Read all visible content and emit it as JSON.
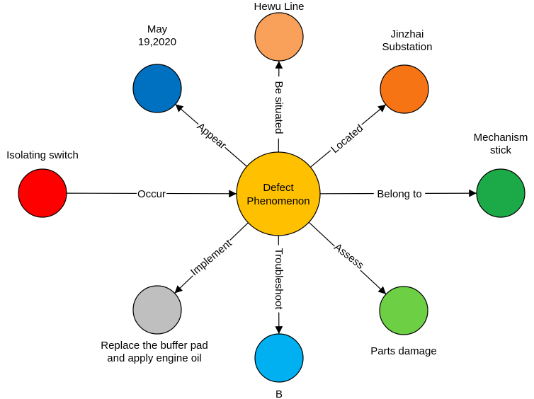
{
  "center": {
    "label_lines": [
      "Defect",
      "Phenomenon"
    ],
    "color": "#FFC000"
  },
  "nodes": [
    {
      "id": "hewu-line",
      "label_lines": [
        "Hewu Line"
      ],
      "color": "#F9A15A",
      "edge_label": "Be situated",
      "direction": "out"
    },
    {
      "id": "jinzhai-substation",
      "label_lines": [
        "Jinzhai",
        "Substation"
      ],
      "color": "#F77414",
      "edge_label": "Located",
      "direction": "out"
    },
    {
      "id": "mechanism-stick",
      "label_lines": [
        "Mechanism",
        "stick"
      ],
      "color": "#1CAA48",
      "edge_label": "Belong to",
      "direction": "out"
    },
    {
      "id": "parts-damage",
      "label_lines": [
        "Parts damage"
      ],
      "color": "#6CCF44",
      "edge_label": "Assess",
      "direction": "out"
    },
    {
      "id": "b",
      "label_lines": [
        "B"
      ],
      "color": "#00B0F0",
      "edge_label": "Troubleshoot",
      "direction": "out"
    },
    {
      "id": "replace-buffer-pad",
      "label_lines": [
        "Replace the buffer pad",
        "and apply engine oil"
      ],
      "color": "#BFBFBF",
      "edge_label": "Implement",
      "direction": "out"
    },
    {
      "id": "isolating-switch",
      "label_lines": [
        "Isolating switch"
      ],
      "color": "#FF0000",
      "edge_label": "Occur",
      "direction": "in"
    },
    {
      "id": "may-19-2020",
      "label_lines": [
        "May",
        "19,2020"
      ],
      "color": "#0070C0",
      "edge_label": "Appear",
      "direction": "out"
    }
  ]
}
